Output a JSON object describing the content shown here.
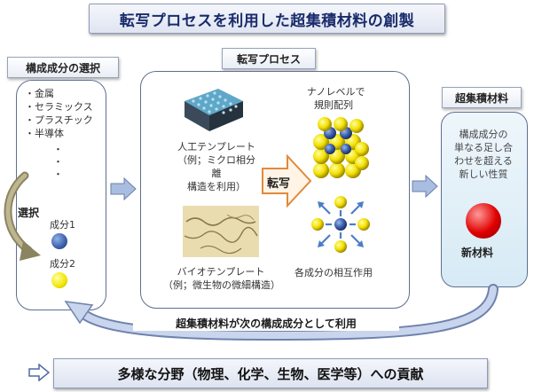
{
  "title": "転写プロセスを利用した超集積材料の創製",
  "left": {
    "header": "構成成分の選択",
    "items": [
      "・金属",
      "・セラミックス",
      "・プラスチック",
      "・半導体"
    ],
    "dots": [
      "・",
      "・",
      "・"
    ],
    "select_label": "選択",
    "component1": "成分1",
    "component2": "成分2"
  },
  "center": {
    "header": "転写プロセス",
    "artificial_template": [
      "人工テンプレート",
      "（例；ミクロ相分離",
      "構造を利用）"
    ],
    "bio_template": [
      "バイオテンプレート",
      "（例；微生物の微細構造）"
    ],
    "transfer_label": "転写",
    "nano_order": [
      "ナノレベルで",
      "規則配列"
    ],
    "interaction": "各成分の相互作用"
  },
  "right": {
    "header": "超集積材料",
    "description": [
      "構成成分の",
      "単なる足し合",
      "わせを超える",
      "新しい性質"
    ],
    "new_material": "新材料"
  },
  "loop_label": "超集積材料が次の構成成分として利用",
  "bottom": "多様な分野（物理、化学、生物、医学等）への貢献",
  "colors": {
    "component1": "#3a5fa8",
    "component2": "#f2e600",
    "new_material": "#e00000",
    "arrow": "#9fb4d8"
  }
}
